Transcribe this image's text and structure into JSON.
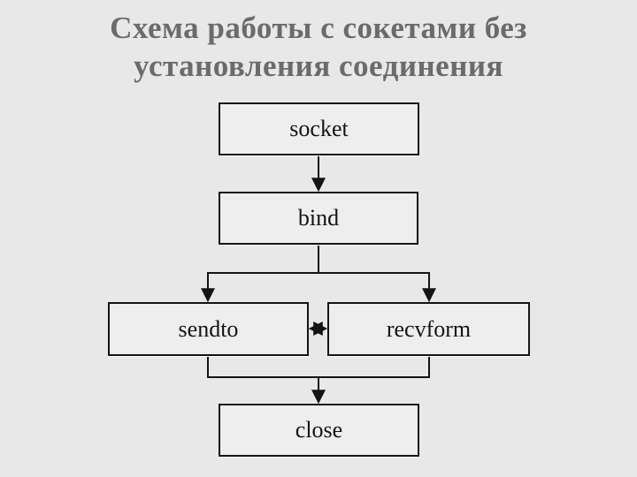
{
  "title": {
    "line1": "Схема работы с сокетами без",
    "line2": "установления соединения"
  },
  "nodes": {
    "socket": {
      "label": "socket"
    },
    "bind": {
      "label": "bind"
    },
    "sendto": {
      "label": "sendto"
    },
    "recvform": {
      "label": "recvform"
    },
    "close": {
      "label": "close"
    }
  },
  "colors": {
    "background": "#e8e8e8",
    "box_fill": "#eeeeee",
    "box_border": "#141414",
    "box_text": "#141414",
    "title_text": "#6b6b6b",
    "connector": "#141414"
  }
}
